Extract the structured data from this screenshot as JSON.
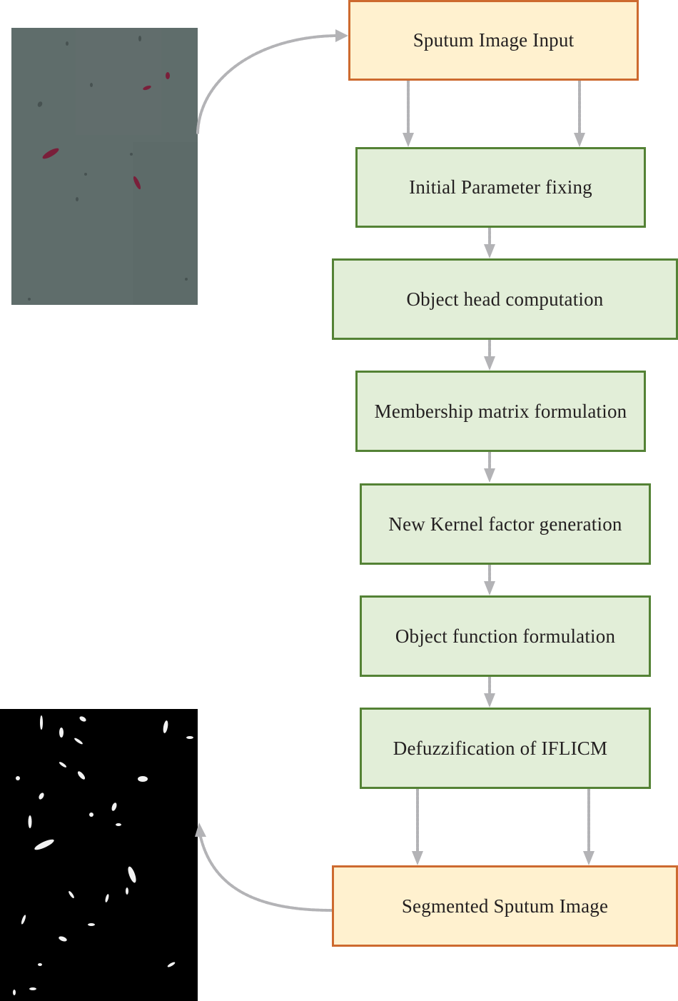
{
  "diagram": {
    "type": "flowchart",
    "direction": "top-to-bottom",
    "colors": {
      "io_fill": "#fff1cf",
      "io_border": "#cd6a2f",
      "step_fill": "#e2eed8",
      "step_border": "#548235",
      "arrow": "#b3b3b6",
      "text": "#231f20"
    },
    "input_node": {
      "label": "Sputum Image Input"
    },
    "steps": [
      {
        "label": "Initial Parameter fixing"
      },
      {
        "label": "Object head computation"
      },
      {
        "label": "Membership matrix formulation"
      },
      {
        "label": "New Kernel factor generation"
      },
      {
        "label": "Object function formulation"
      },
      {
        "label": "Defuzzification of IFLICM"
      }
    ],
    "output_node": {
      "label": "Segmented Sputum Image"
    },
    "images": {
      "input": {
        "description": "raw sputum microscopy image (grey-green background with red-stained bacilli)"
      },
      "output": {
        "description": "binary segmented sputum image (white bacilli on black background)"
      }
    },
    "edges": [
      {
        "from": "input-image",
        "to": "Sputum Image Input",
        "style": "dotted curved arrow"
      },
      {
        "from": "Sputum Image Input",
        "to": "Initial Parameter fixing",
        "style": "double dotted arrow"
      },
      {
        "from": "Initial Parameter fixing",
        "to": "Object head computation",
        "style": "dotted arrow"
      },
      {
        "from": "Object head computation",
        "to": "Membership matrix formulation",
        "style": "dotted arrow"
      },
      {
        "from": "Membership matrix formulation",
        "to": "New Kernel factor generation",
        "style": "dotted arrow"
      },
      {
        "from": "New Kernel factor generation",
        "to": "Object function formulation",
        "style": "dotted arrow"
      },
      {
        "from": "Object function formulation",
        "to": "Defuzzification of IFLICM",
        "style": "dotted arrow"
      },
      {
        "from": "Defuzzification of IFLICM",
        "to": "Segmented Sputum Image",
        "style": "double dotted arrow"
      },
      {
        "from": "Segmented Sputum Image",
        "to": "output-image",
        "style": "dotted curved arrow"
      }
    ]
  }
}
